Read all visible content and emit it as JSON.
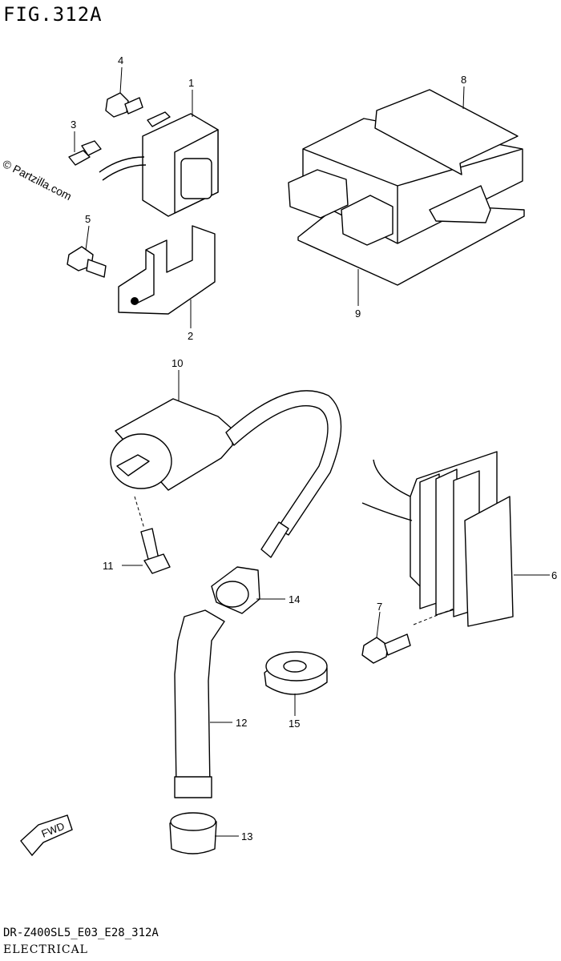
{
  "figure": {
    "title": "FIG.312A",
    "code": "DR-Z400SL5_E03_E28_312A",
    "section": "ELECTRICAL",
    "watermark": "© Partzilla.com",
    "fwd_label": "FWD"
  },
  "callouts": [
    "1",
    "2",
    "3",
    "4",
    "5",
    "6",
    "7",
    "8",
    "9",
    "10",
    "11",
    "12",
    "13",
    "14",
    "15"
  ]
}
